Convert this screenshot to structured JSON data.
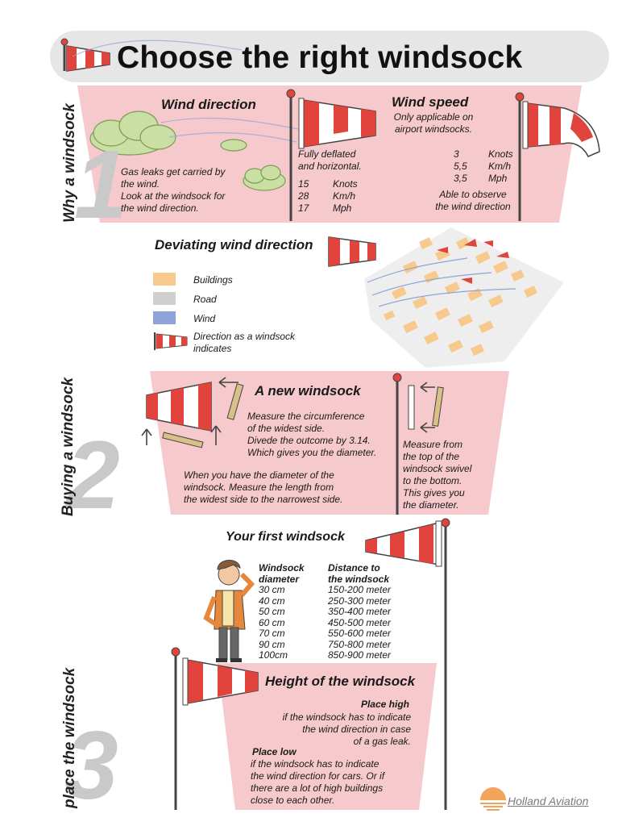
{
  "title": "Choose the right windsock",
  "colors": {
    "pink": "#f6c9cc",
    "red": "#e0443c",
    "buildings": "#f8c98c",
    "road": "#cfcfcf",
    "wind": "#8fa3d9",
    "numeral": "#c9c9c9",
    "header": "#e6e6e6"
  },
  "section1": {
    "side_label": "Why a windsock",
    "wind_direction": {
      "heading": "Wind direction",
      "text": [
        "Gas leaks get carried by",
        "the wind.",
        "Look at the windsock for",
        "the wind direction."
      ]
    },
    "deflated": {
      "lines": [
        "Fully deflated",
        "and horizontal."
      ],
      "rows": [
        [
          "15",
          "Knots"
        ],
        [
          "28",
          "Km/h"
        ],
        [
          "17",
          "Mph"
        ]
      ]
    },
    "wind_speed": {
      "heading": "Wind speed",
      "sub": [
        "Only applicable on",
        "airport windsocks."
      ],
      "rows": [
        [
          "3",
          "Knots"
        ],
        [
          "5,5",
          "Km/h"
        ],
        [
          "3,5",
          "Mph"
        ]
      ],
      "note": [
        "Able to observe",
        "the wind direction"
      ]
    }
  },
  "deviating": {
    "heading": "Deviating wind direction",
    "legend": [
      {
        "label": "Buildings",
        "icon": "buildings-swatch"
      },
      {
        "label": "Road",
        "icon": "road-swatch"
      },
      {
        "label": "Wind",
        "icon": "wind-swatch"
      },
      {
        "label": "Direction as a windsock indicates",
        "icon": "windsock-icon"
      }
    ]
  },
  "section2": {
    "side_label": "Buying a windsock",
    "heading": "A new windsock",
    "measure_text": [
      "Measure the circumference",
      "of the widest side.",
      "Divede the outcome by 3.14.",
      "Which gives you the diameter."
    ],
    "length_text": [
      "When you have the diameter of the",
      "windsock. Measure the length from",
      "the widest side to the narrowest side."
    ],
    "swivel_text": [
      "Measure from",
      "the top of the",
      "windsock swivel",
      "to the bottom.",
      "This gives you",
      "the diameter."
    ]
  },
  "first": {
    "heading": "Your first windsock",
    "col1_header": [
      "Windsock",
      "diameter"
    ],
    "col2_header": [
      "Distance to",
      "the windsock"
    ],
    "rows": [
      [
        "30 cm",
        "150-200 meter"
      ],
      [
        "40 cm",
        "250-300 meter"
      ],
      [
        "50 cm",
        "350-400 meter"
      ],
      [
        "60 cm",
        "450-500 meter"
      ],
      [
        "70 cm",
        "550-600 meter"
      ],
      [
        "90 cm",
        "750-800 meter"
      ],
      [
        "100cm",
        "850-900 meter"
      ]
    ]
  },
  "section3": {
    "side_label": "place the windsock",
    "heading": "Height of the windsock",
    "high_title": "Place high",
    "high_text": [
      "if the windsock has to indicate",
      "the wind direction in case",
      "of a gas leak."
    ],
    "low_title": "Place low",
    "low_text": [
      "if the windsock has to indicate",
      "the wind direction for cars. Or if",
      "there are a lot of high buildings",
      "close to each other."
    ]
  },
  "numerals": {
    "one": "1",
    "two": "2",
    "three": "3"
  },
  "brand": "Holland Aviation"
}
